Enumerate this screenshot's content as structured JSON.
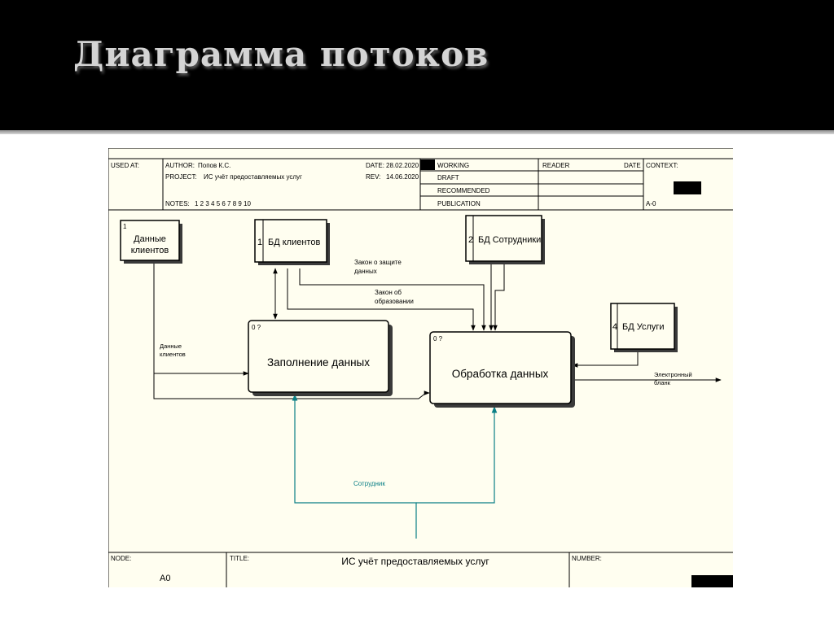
{
  "slide": {
    "title": "Диаграмма потоков"
  },
  "header": {
    "used_at": "USED AT:",
    "author_label": "AUTHOR:",
    "author": "Попов К.С.",
    "project_label": "PROJECT:",
    "project": "ИС учёт предоставляемых услуг",
    "date_label": "DATE:",
    "date": "28.02.2020",
    "rev_label": "REV:",
    "rev": "14.06.2020",
    "notes_label": "NOTES:",
    "notes": "1  2  3  4  5  6  7  8  9  10",
    "status": [
      "WORKING",
      "DRAFT",
      "RECOMMENDED",
      "PUBLICATION"
    ],
    "reader_label": "READER",
    "reader_date_label": "DATE",
    "context_label": "CONTEXT:",
    "context_node": "A-0"
  },
  "externals": [
    {
      "id": "1",
      "label_line1": "Данные",
      "label_line2": "клиентов"
    }
  ],
  "stores": [
    {
      "id": "1",
      "label": "БД клиентов"
    },
    {
      "id": "2",
      "label": "БД Сотрудники"
    },
    {
      "id": "4",
      "label": "БД Услуги"
    }
  ],
  "processes": [
    {
      "id": "0 ?",
      "label": "Заполнение данных"
    },
    {
      "id": "0 ?",
      "label": "Обработка данных"
    }
  ],
  "flows": {
    "law_protection_line1": "Закон о защите",
    "law_protection_line2": "данных",
    "law_education_line1": "Закон об",
    "law_education_line2": "образовании",
    "client_data_line1": "Данные",
    "client_data_line2": "клиентов",
    "output_line1": "Электронный",
    "output_line2": "бланк",
    "employee": "Сотрудник"
  },
  "footer": {
    "node_label": "NODE:",
    "node": "A0",
    "title_label": "TITLE:",
    "title": "ИС учёт предоставляемых услуг",
    "number_label": "NUMBER:"
  },
  "colors": {
    "slide_background": "#000000",
    "title_text": "#d4d4d4",
    "diagram_background": "#fffef0",
    "employee_flow": "#0a7f86"
  }
}
